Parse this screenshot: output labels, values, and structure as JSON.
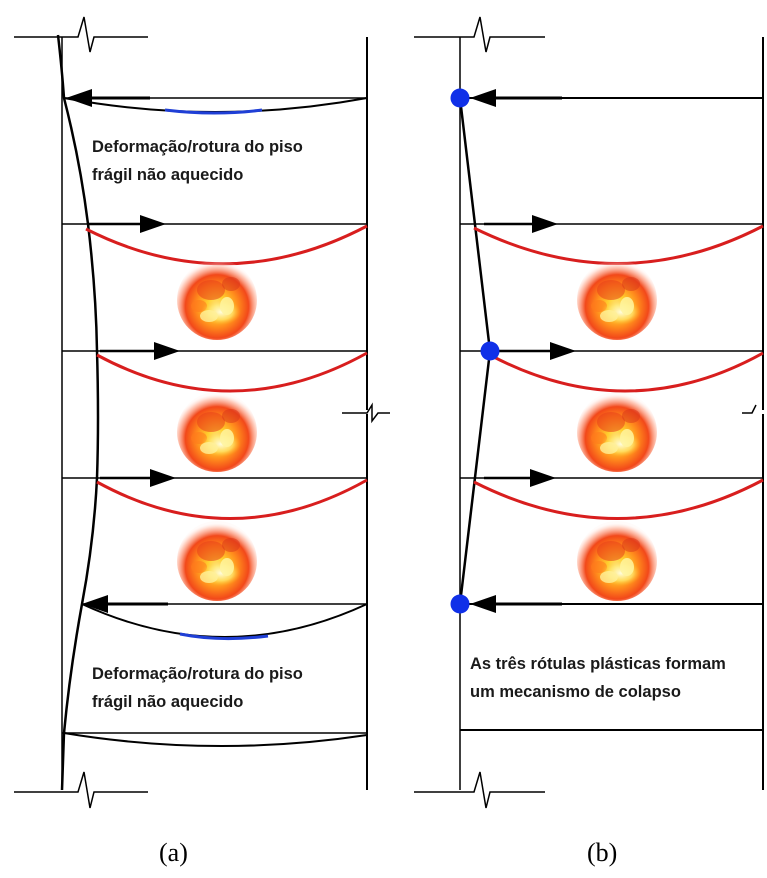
{
  "panel_a": {
    "top_text": [
      "Deformação/rotura do piso",
      "frágil não aquecido"
    ],
    "bottom_text": [
      "Deformação/rotura do piso",
      "frágil não aquecido"
    ],
    "caption": "(a)"
  },
  "panel_b": {
    "text": [
      "As três rótulas plásticas formam",
      "um mecanismo de colapso"
    ],
    "caption": "(b)",
    "plastic_hinges": 3
  },
  "colors": {
    "line": "#000000",
    "heated_beam": "#d81e1e",
    "failure_zone": "#1f3fd6",
    "hinge": "#1030e8"
  },
  "icons": [
    "fire-icon"
  ]
}
